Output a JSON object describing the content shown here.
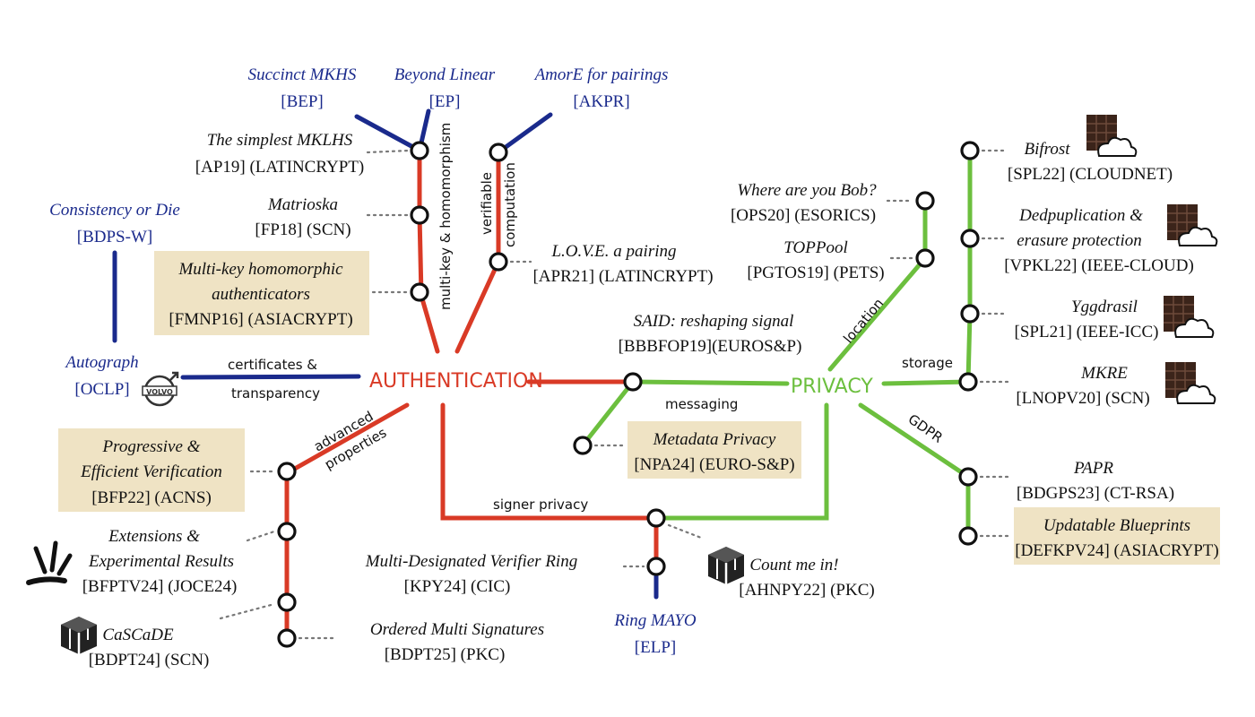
{
  "hubs": {
    "authentication": "AUTHENTICATION",
    "privacy": "PRIVACY"
  },
  "edge_labels": {
    "multikey": "multi-key & homomorphism",
    "verifiable": "verifiable",
    "computation": "computation",
    "certificates": "certificates &",
    "transparency": "transparency",
    "advanced": "advanced",
    "properties": "properties",
    "signer_privacy": "signer privacy",
    "messaging": "messaging",
    "location": "location",
    "storage": "storage",
    "gdpr": "GDPR"
  },
  "papers": {
    "succinct": {
      "title": "Succinct MKHS",
      "ref": "[BEP]"
    },
    "beyond": {
      "title": "Beyond Linear",
      "ref": "[EP]"
    },
    "amore": {
      "title": "AmorE for pairings",
      "ref": "[AKPR]"
    },
    "simplest": {
      "title": "The simplest MKLHS",
      "ref": "[AP19] (LATINCRYPT)"
    },
    "matrioska": {
      "title": "Matrioska",
      "ref": "[FP18]  (SCN)"
    },
    "multikey_line1": "Multi-key homomorphic",
    "multikey_line2": "authenticators",
    "multikey_ref": "[FMNP16] (ASIACRYPT)",
    "consistency": {
      "title": "Consistency or Die",
      "ref": "[BDPS-W]"
    },
    "autograph": {
      "title": "Autograph",
      "ref": "[OCLP]"
    },
    "love": {
      "title": "L.O.V.E. a pairing",
      "ref": "[APR21] (LATINCRYPT)"
    },
    "said": {
      "title": "SAID: reshaping signal",
      "ref": "[BBBFOP19](EUROS&P)"
    },
    "metadata": {
      "title": "Metadata Privacy",
      "ref": "[NPA24] (EURO-S&P)"
    },
    "progressive_line1": "Progressive &",
    "progressive_line2": "Efficient Verification",
    "progressive_ref": "[BFP22] (ACNS)",
    "extensions_line1": "Extensions &",
    "extensions_line2": "Experimental Results",
    "extensions_ref": "[BFPTV24] (JOCE24)",
    "cascade": {
      "title": "CaSCaDE",
      "ref": "[BDPT24] (SCN)"
    },
    "ordered": {
      "title": "Ordered Multi Signatures",
      "ref": "[BDPT25] (PKC)"
    },
    "mdvr": {
      "title": "Multi-Designated Verifier Ring",
      "ref": "[KPY24] (CIC)"
    },
    "countme": {
      "title": "Count me in!",
      "ref": "[AHNPY22] (PKC)"
    },
    "ringmayo": {
      "title": "Ring MAYO",
      "ref": "[ELP]"
    },
    "where": {
      "title": "Where are you Bob?",
      "ref": "[OPS20] (ESORICS)"
    },
    "toppool": {
      "title": "TOPPool",
      "ref": "[PGTOS19] (PETS)"
    },
    "bifrost": {
      "title": "Bifrost",
      "ref": "[SPL22] (CLOUDNET)"
    },
    "dedup_line1": "Dedpuplication &",
    "dedup_line2": "erasure protection",
    "dedup_ref": "[VPKL22] (IEEE-CLOUD)",
    "yggdrasil": {
      "title": "Yggdrasil",
      "ref": "[SPL21] (IEEE-ICC)"
    },
    "mkre": {
      "title": "MKRE",
      "ref": "[LNOPV20] (SCN)"
    },
    "papr": {
      "title": "PAPR",
      "ref": "[BDGPS23] (CT-RSA)"
    },
    "blueprints": {
      "title": "Updatable Blueprints",
      "ref": "[DEFKPV24] (ASIACRYPT)"
    }
  },
  "logo_texts": {
    "volvo": "VOLVO"
  },
  "colors": {
    "authentication": "#d93a26",
    "privacy": "#6cbf3e",
    "future": "#1a2a8c",
    "highlight": "#efe3c4"
  },
  "icons": [
    "volvo-logo-icon",
    "chocolate-cloud-icon",
    "box-logo-icon",
    "splash-icon"
  ]
}
